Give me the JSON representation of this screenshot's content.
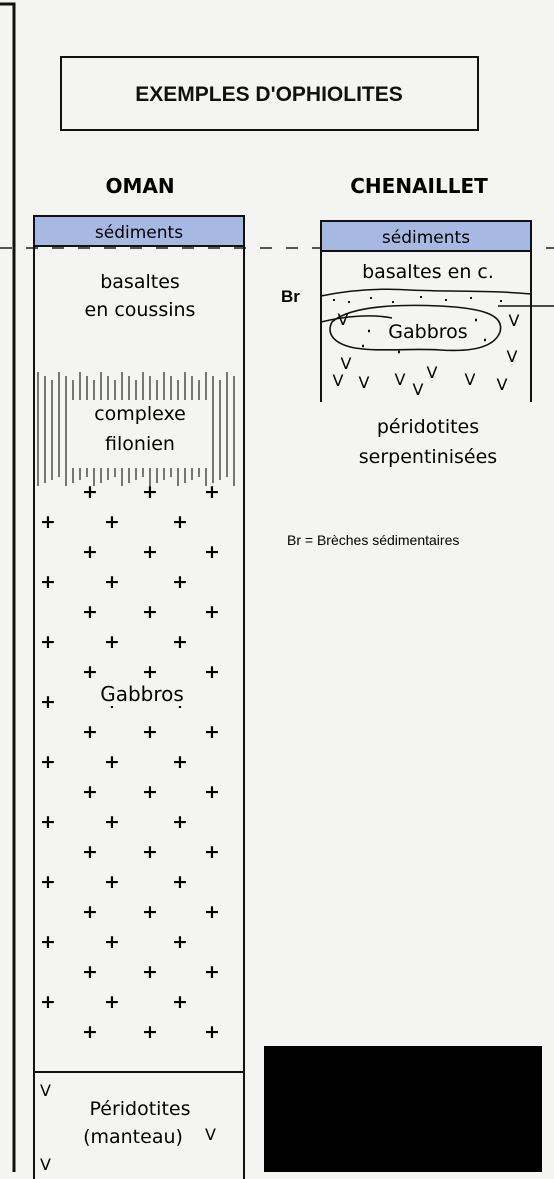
{
  "title": "EXEMPLES D'OPHIOLITES",
  "colors": {
    "sediment_fill": "#a7b9e3",
    "line": "#1a1a1a",
    "background": "#f4f4f2",
    "redaction": "#000000"
  },
  "oman": {
    "heading": "OMAN",
    "sediments": "sédiments",
    "basalts_line1": "basaltes",
    "basalts_line2": "en coussins",
    "dikes_line1": "complexe",
    "dikes_line2": "filonien",
    "gabbros": "Gabbros",
    "mantle_line1": "Péridotites",
    "mantle_line2": "(manteau)"
  },
  "chenaillet": {
    "heading": "CHENAILLET",
    "sediments": "sédiments",
    "basalts": "basaltes en c.",
    "gabbros": "Gabbros",
    "peridotites_line1": "péridotites",
    "peridotites_line2": "serpentinisées",
    "breccia_marker": "Br"
  },
  "legend": "Br = Brèches sédimentaires",
  "icons": {
    "gabbro_symbol": "plus-sign",
    "peridotite_symbol": "v-sign"
  }
}
